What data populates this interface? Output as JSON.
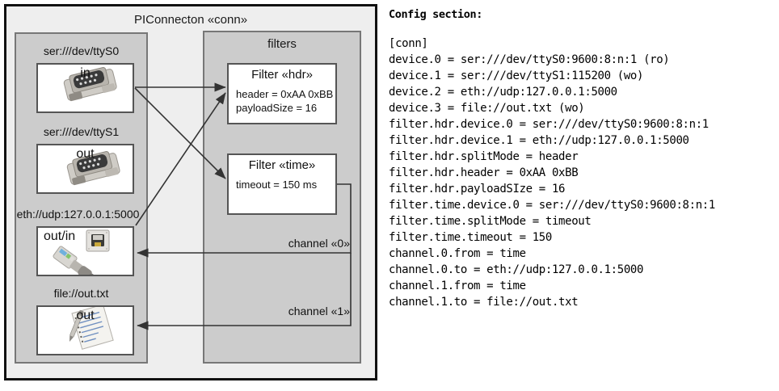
{
  "diagram": {
    "title": "PIConnecton «conn»",
    "devices_panel": {
      "devices": [
        {
          "label": "ser:///dev/ttyS0",
          "state": "in",
          "icon": "serial-port-icon"
        },
        {
          "label": "ser:///dev/ttyS1",
          "state": "out",
          "icon": "serial-port-icon"
        },
        {
          "label": "eth://udp:127.0.0.1:5000",
          "state": "out/in",
          "icon": "ethernet-plug-icon"
        },
        {
          "label": "file://out.txt",
          "state": "out",
          "icon": "text-file-icon"
        }
      ]
    },
    "filters_panel": {
      "title": "filters",
      "filters": [
        {
          "title": "Filter «hdr»",
          "props": "header = 0xAA 0xBB\npayloadSize = 16"
        },
        {
          "title": "Filter «time»",
          "props": "timeout = 150 ms"
        }
      ],
      "channels": [
        {
          "label": "channel «0»"
        },
        {
          "label": "channel «1»"
        }
      ]
    }
  },
  "config": {
    "heading": "Config section:",
    "lines": [
      "[conn]",
      "device.0 = ser:///dev/ttyS0:9600:8:n:1 (ro)",
      "device.1 = ser:///dev/ttyS1:115200 (wo)",
      "device.2 = eth://udp:127.0.0.1:5000",
      "device.3 = file://out.txt (wo)",
      "filter.hdr.device.0 = ser:///dev/ttyS0:9600:8:n:1",
      "filter.hdr.device.1 = eth://udp:127.0.0.1:5000",
      "filter.hdr.splitMode = header",
      "filter.hdr.header = 0xAA 0xBB",
      "filter.hdr.payloadSIze = 16",
      "filter.time.device.0 = ser:///dev/ttyS0:9600:8:n:1",
      "filter.time.splitMode = timeout",
      "filter.time.timeout = 150",
      "channel.0.from = time",
      "channel.0.to = eth://udp:127.0.0.1:5000",
      "channel.1.from = time",
      "channel.1.to = file://out.txt"
    ]
  },
  "colors": {
    "page_background": "#ffffff",
    "frame_background": "#eeeeee",
    "frame_border": "#111111",
    "panel_background": "#cccccc",
    "panel_border": "#777777",
    "box_background": "#ffffff",
    "box_border": "#555555",
    "wire": "#333333"
  }
}
